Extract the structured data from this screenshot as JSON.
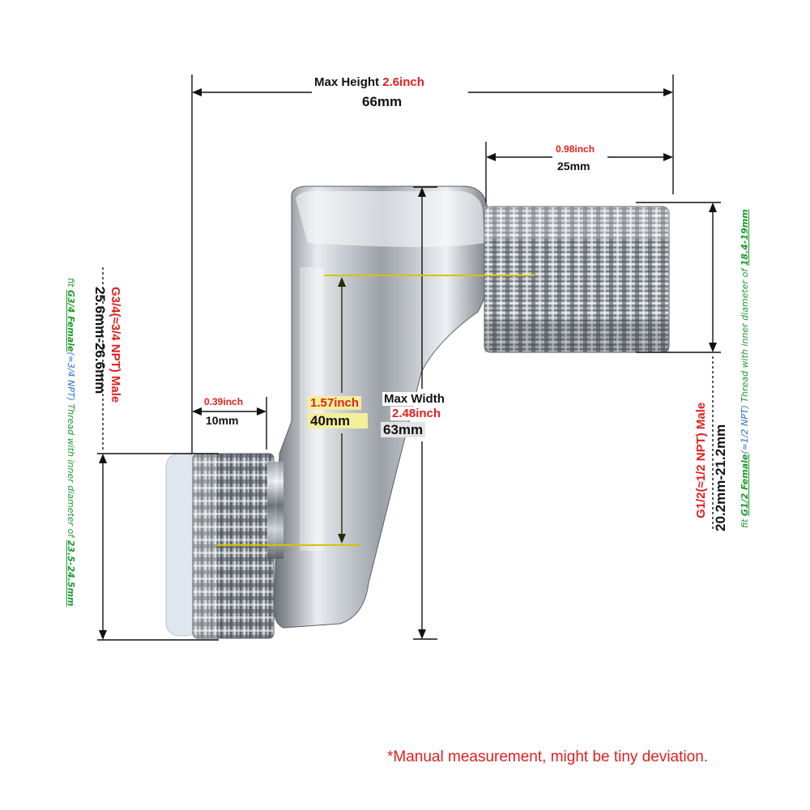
{
  "dimensions": {
    "max_height": {
      "label": "Max Height",
      "inch": "2.6inch",
      "mm": "66mm"
    },
    "right_thread_length": {
      "inch": "0.98inch",
      "mm": "25mm"
    },
    "left_thread_length": {
      "inch": "0.39inch",
      "mm": "10mm"
    },
    "center_distance": {
      "inch": "1.57inch",
      "mm": "40mm"
    },
    "max_width": {
      "label": "Max Width",
      "inch": "2.48inch",
      "mm": "63mm"
    }
  },
  "left_thread": {
    "spec": "G3/4(≈3/4 NPT) Male",
    "diameter": "25.6mm-26.6mm",
    "fit_prefix": "fit",
    "fit_green": "G3/4 Female",
    "fit_blue": "(≈3/4 NPT)",
    "fit_suffix": "Thread with inner diameter of",
    "fit_value": "23.5-24.5mm"
  },
  "right_thread": {
    "spec": "G1/2(≈1/2 NPT) Male",
    "diameter": "20.2mm-21.2mm",
    "fit_prefix": "fit",
    "fit_green": "G1/2 Female",
    "fit_blue": "(≈1/2 NPT)",
    "fit_suffix": "Thread with inner diameter of",
    "fit_value": "18.4-19mm"
  },
  "note": "*Manual measurement, might be tiny deviation.",
  "colors": {
    "red": "#e02020",
    "green": "#1a9a2a",
    "blue": "#2a6fd6",
    "highlight": "#f4ef9a",
    "dim_line": "#111111",
    "guide_line": "#d4c400"
  }
}
